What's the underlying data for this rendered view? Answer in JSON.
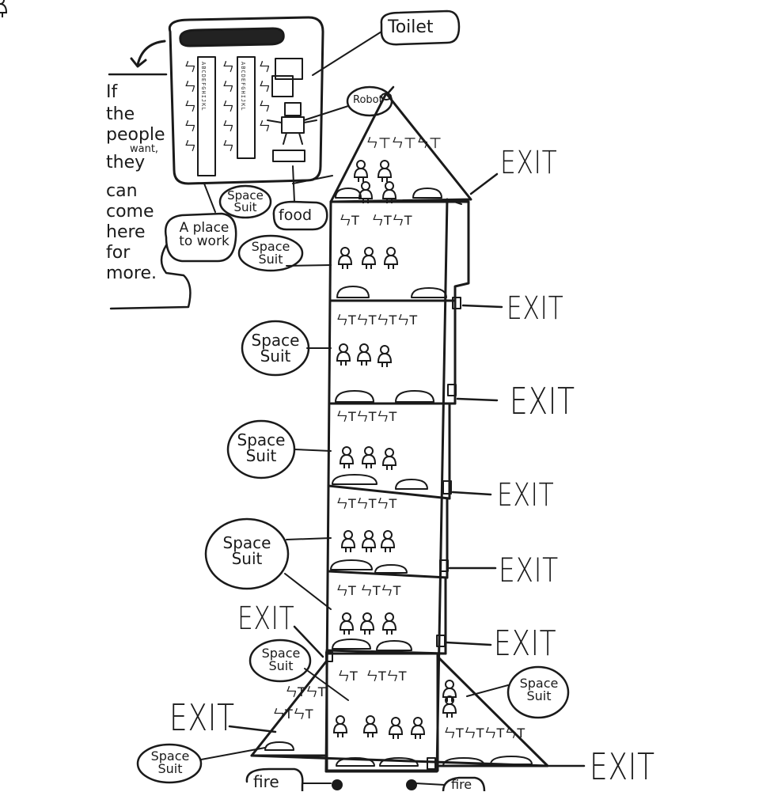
{
  "labels": {
    "toilet": "Toilet",
    "robot": "Robot",
    "food": "food",
    "work_place": "A place to work",
    "note_lines": [
      "If",
      "the",
      "people",
      "want,",
      "they",
      "can",
      "come",
      "here",
      "for",
      "more."
    ],
    "space_suit": "Space Suit",
    "exit": "EXIT",
    "fire": "fire",
    "shelf_letters": "ABCDEFGHIJKL"
  }
}
